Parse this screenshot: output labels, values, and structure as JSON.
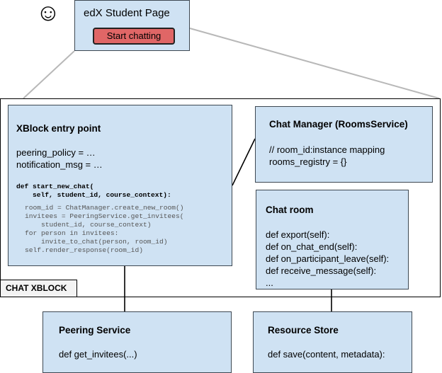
{
  "student_page": {
    "title": "edX Student Page",
    "button_label": "Start chatting",
    "smiley": "☺"
  },
  "container": {
    "label": "CHAT XBLOCK"
  },
  "xblock_entry": {
    "title": "XBlock entry point",
    "lines": [
      "peering_policy = …",
      "notification_msg = …"
    ],
    "code_def": "def start_new_chat(",
    "code_args": "    self, student_id, course_context):",
    "code_body": [
      "room_id = ChatManager.create_new_room()",
      "invitees = PeeringService.get_invitees(",
      "    student_id, course_context)",
      "for person in invitees:",
      "    invite_to_chat(person, room_id)",
      "self.render_response(room_id)"
    ]
  },
  "chat_manager": {
    "title": "Chat Manager (RoomsService)",
    "lines": [
      "// room_id:instance mapping",
      "rooms_registry = {}"
    ]
  },
  "chat_room": {
    "title": "Chat room",
    "lines": [
      "def export(self):",
      "def on_chat_end(self):",
      "def on_participant_leave(self):",
      "def receive_message(self):",
      "..."
    ]
  },
  "peering_service": {
    "title": "Peering Service",
    "lines": [
      "def get_invitees(...)"
    ]
  },
  "resource_store": {
    "title": "Resource Store",
    "lines": [
      "def save(content, metadata):"
    ]
  },
  "colors": {
    "box_fill": "#cfe2f3",
    "button_fill": "#e06666",
    "border": "#3d4852"
  }
}
